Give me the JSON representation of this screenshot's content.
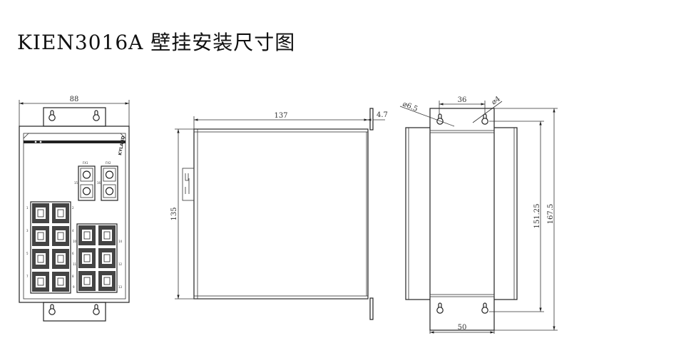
{
  "title": "KIEN3016A 壁挂安装尺寸图",
  "front_view": {
    "width_dim": "88",
    "logo": "KYLAND",
    "fiber_labels": [
      "FX1",
      "FX2"
    ],
    "fiber_ports": [
      "15",
      "16"
    ],
    "left_ports": [
      "1",
      "2",
      "3",
      "4",
      "5",
      "6",
      "7",
      "8"
    ],
    "right_ports": [
      "10",
      "14",
      "11",
      "12",
      "9",
      "13"
    ]
  },
  "side_view": {
    "depth_dim": "137",
    "height_dim": "135",
    "bracket_dim": "4.7"
  },
  "rear_view": {
    "hole_spacing_dim": "36",
    "large_hole_dim": "⌀6.5",
    "small_hole_dim": "⌀4",
    "hole_span_dim": "151.25",
    "total_height_dim": "167.5",
    "bracket_width_dim": "50"
  }
}
